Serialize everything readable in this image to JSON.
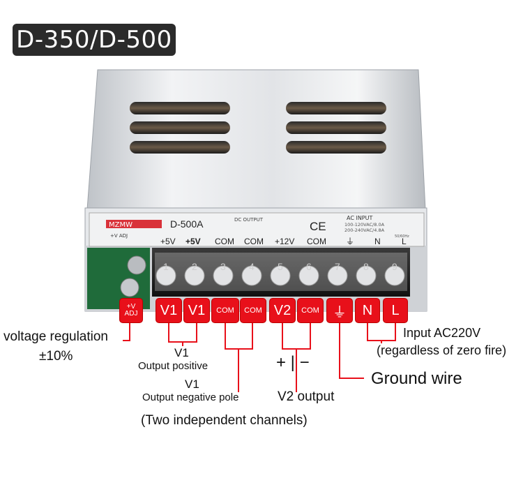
{
  "title": "D-350/D-500",
  "device": {
    "brand": "MZMW",
    "model": "D-500A",
    "dc_output": "DC  OUTPUT",
    "ac_input_title": "AC INPUT",
    "ac_input_line1": "100-120VAC/8.0A",
    "ac_input_line2": "200-240VAC/4.8A",
    "ac_input_line3": "50/60Hz",
    "ce_mark": "CE",
    "adj_label": "+V  ADJ",
    "terminal_labels": [
      "+5V",
      "+5V",
      "COM",
      "COM",
      "+12V",
      "COM",
      "⏚",
      "N",
      "L"
    ],
    "terminal_numbers": [
      "1",
      "2",
      "3",
      "4",
      "5",
      "6",
      "7",
      "8",
      "9"
    ]
  },
  "tags": [
    {
      "id": "adj",
      "text": "+V\nADJ"
    },
    {
      "id": "v1a",
      "text": "V1"
    },
    {
      "id": "v1b",
      "text": "V1"
    },
    {
      "id": "com1",
      "text": "COM"
    },
    {
      "id": "com2",
      "text": "COM"
    },
    {
      "id": "v2",
      "text": "V2"
    },
    {
      "id": "com3",
      "text": "COM"
    },
    {
      "id": "gnd",
      "text": "⏚"
    },
    {
      "id": "n",
      "text": "N"
    },
    {
      "id": "l",
      "text": "L"
    }
  ],
  "annotations": {
    "voltage_regulation": "voltage regulation",
    "voltage_percent": "±10%",
    "v1_pos_title": "V1",
    "v1_pos_desc": "Output positive",
    "v1_neg_title": "V1",
    "v1_neg_desc": "Output negative pole",
    "two_channels": "(Two independent channels)",
    "plus_minus": "+ | −",
    "v2_output": "V2 output",
    "ground_wire": "Ground wire",
    "input_ac": "Input AC220V",
    "input_note": "(regardless of zero fire)"
  },
  "colors": {
    "tag_red": "#e8101a",
    "badge_dark": "#2b2b2b",
    "chassis": "#d9dbde"
  }
}
